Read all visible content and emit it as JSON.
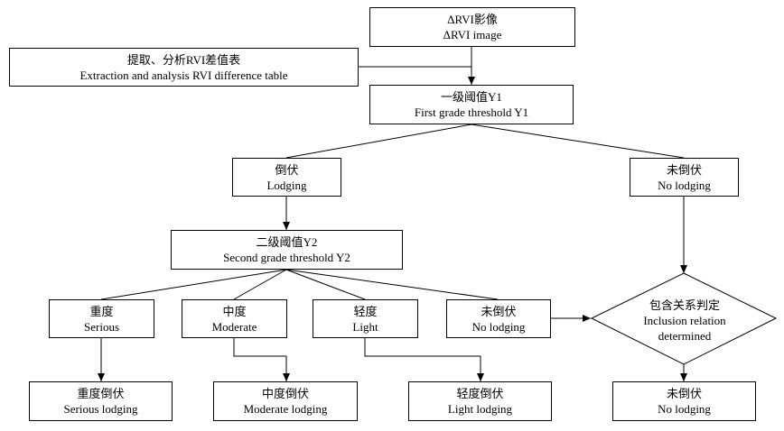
{
  "nodes": {
    "rvi_image": {
      "zh": "ΔRVI影像",
      "en": "ΔRVI image"
    },
    "extraction": {
      "zh": "提取、分析RVI差值表",
      "en": "Extraction and analysis RVI difference table"
    },
    "threshold1": {
      "zh": "一级阈值Y1",
      "en": "First grade threshold Y1"
    },
    "lodging": {
      "zh": "倒伏",
      "en": "Lodging"
    },
    "no_lodging_top": {
      "zh": "未倒伏",
      "en": "No lodging"
    },
    "threshold2": {
      "zh": "二级阈值Y2",
      "en": "Second grade threshold Y2"
    },
    "serious": {
      "zh": "重度",
      "en": "Serious"
    },
    "moderate": {
      "zh": "中度",
      "en": "Moderate"
    },
    "light": {
      "zh": "轻度",
      "en": "Light"
    },
    "no_lodging_mid": {
      "zh": "未倒伏",
      "en": "No lodging"
    },
    "inclusion": {
      "zh": "包含关系判定",
      "en1": "Inclusion relation",
      "en2": "determined"
    },
    "serious_lodging": {
      "zh": "重度倒伏",
      "en": "Serious lodging"
    },
    "moderate_lodging": {
      "zh": "中度倒伏",
      "en": "Moderate lodging"
    },
    "light_lodging": {
      "zh": "轻度倒伏",
      "en": "Light lodging"
    },
    "no_lodging_final": {
      "zh": "未倒伏",
      "en": "No lodging"
    }
  }
}
